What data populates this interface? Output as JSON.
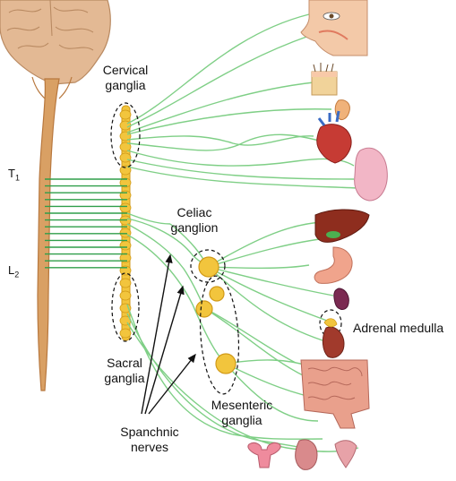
{
  "labels": {
    "cervical_line1": "Cervical",
    "cervical_line2": "ganglia",
    "celiac_line1": "Celiac",
    "celiac_line2": "ganglion",
    "adrenal": "Adrenal medulla",
    "sacral_line1": "Sacral",
    "sacral_line2": "ganglia",
    "mesenteric_line1": "Mesenteric",
    "mesenteric_line2": "ganglia",
    "spanchnic_line1": "Spanchnic",
    "spanchnic_line2": "nerves",
    "t1_letter": "T",
    "t1_sub": "1",
    "l2_letter": "L",
    "l2_sub": "2"
  },
  "colors": {
    "nerve": "#7fcf86",
    "nerve_dark": "#2f9e4a",
    "spinal_cord": "#d9a064",
    "spinal_cord_dark": "#b8783e",
    "ganglion": "#f2c53d",
    "ganglion_dark": "#d19a18",
    "brain": "#e3b994",
    "brain_dark": "#b98a62"
  },
  "organs": [
    "eye-and-nasal-cavity",
    "skin-and-hair",
    "salivary-gland",
    "heart",
    "lung",
    "liver",
    "stomach",
    "spleen",
    "kidney-and-adrenal",
    "intestines",
    "uterus",
    "bladder",
    "external-genitalia"
  ]
}
